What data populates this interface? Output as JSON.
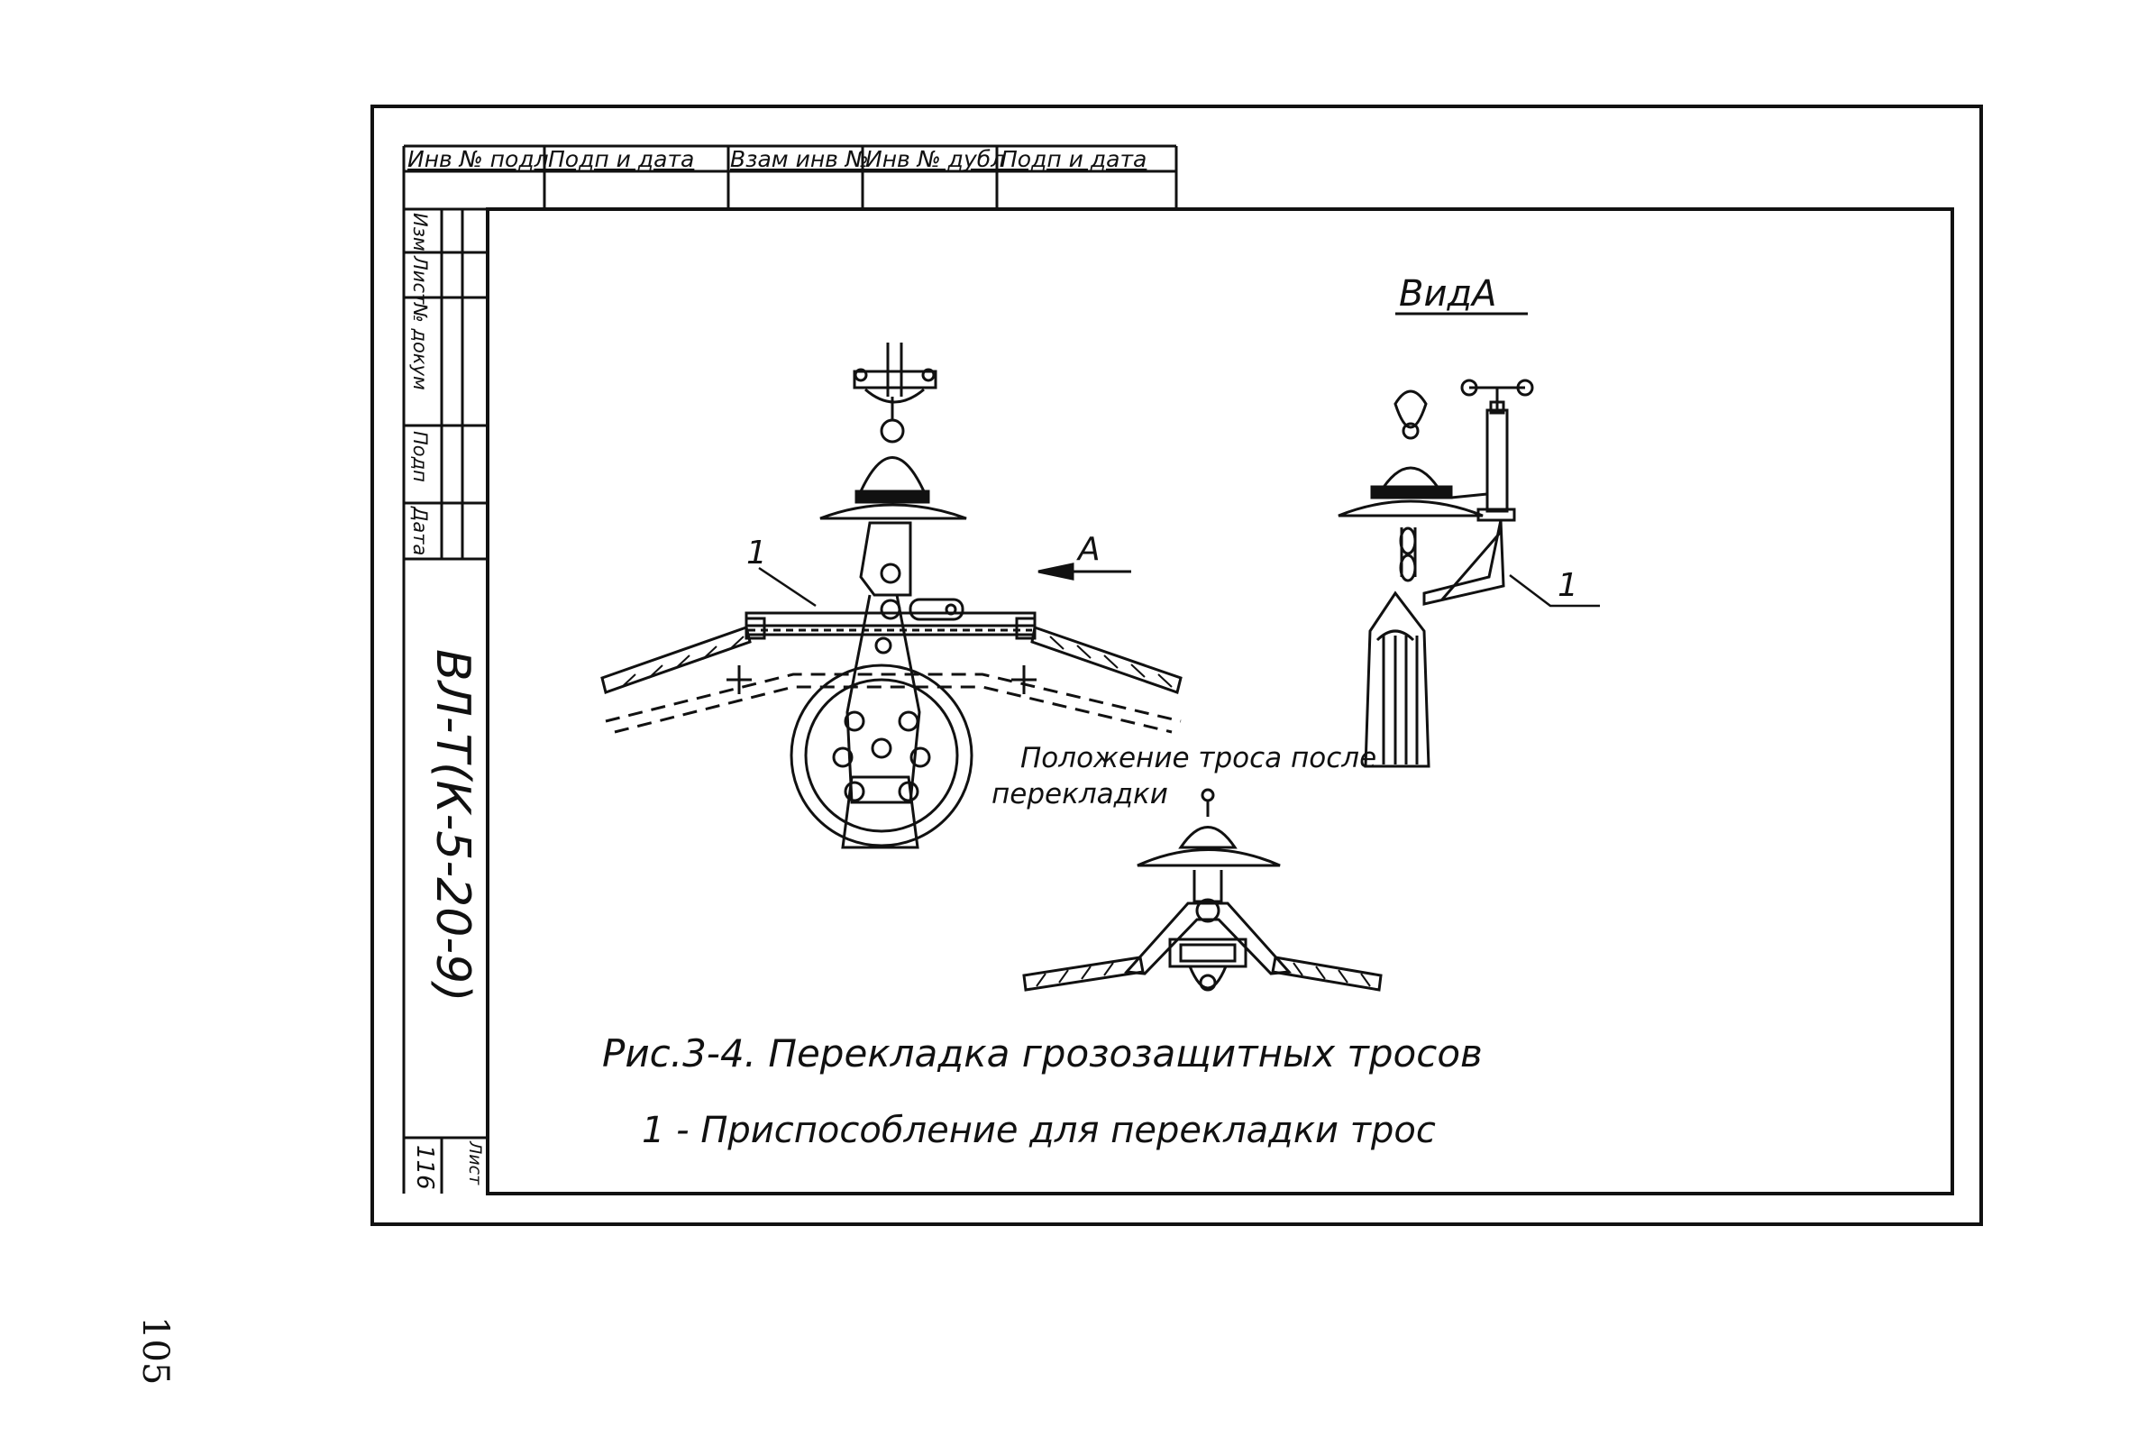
{
  "stamp_header": {
    "cells": [
      "Инв № подл",
      "Подп и дата",
      "Взам инв №",
      "Инв № дубл",
      "Подп и дата"
    ]
  },
  "side_stamp": {
    "rows": [
      "Изм",
      "Лист",
      "№ докум",
      "Подп",
      "Дата"
    ],
    "doc_code": "ВЛ-Т(К-5-20-9)",
    "sheet_label": "Лист",
    "sheet_number": "116"
  },
  "drawing": {
    "view_title": "ВидА",
    "arrow_label": "А",
    "callout_left": "1",
    "callout_right": "1",
    "note_line1": "Положение троса после",
    "note_line2": "перекладки"
  },
  "caption": {
    "title": "Рис.3-4. Перекладка грозозащитных тросов",
    "legend": "1 - Приспособление для перекладки трос"
  },
  "page_number": "105"
}
